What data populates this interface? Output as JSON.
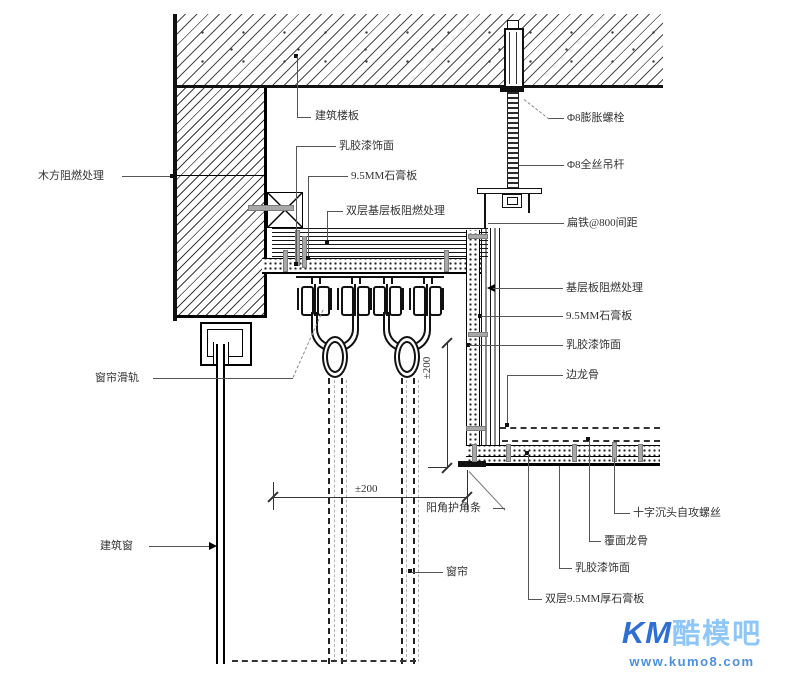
{
  "drawing": {
    "labels": {
      "building_slab": "建筑楼板",
      "latex_paint_top": "乳胶漆饰面",
      "gypsum_board_top": "9.5MM石膏板",
      "double_base_board": "双层基层板阻燃处理",
      "wood_fire_treatment": "木方阻燃处理",
      "expansion_bolt": "Φ8膨胀螺栓",
      "hanger_rod": "Φ8全丝吊杆",
      "flat_iron": "扁铁@800间距",
      "base_board_fire": "基层板阻燃处理",
      "gypsum_board_right": "9.5MM石膏板",
      "latex_paint_right": "乳胶漆饰面",
      "edge_runner": "边龙骨",
      "curtain_track": "窗帘滑轨",
      "building_window": "建筑窗",
      "corner_guard": "阳角护角条",
      "curtain": "窗帘",
      "self_tapping_screw": "十字沉头自攻螺丝",
      "facing_runner": "覆面龙骨",
      "latex_paint_bottom": "乳胶漆饰面",
      "double_gypsum": "双层9.5MM厚石膏板"
    },
    "dimensions": {
      "horizontal": "±200",
      "vertical": "±200"
    },
    "watermark": {
      "km": "KM",
      "name": "酷模吧",
      "url": "www.kumo8.com"
    },
    "colors": {
      "line": "#111111",
      "leader": "#555555",
      "screw_gray": "#a8a8a8",
      "logo_blue": "#2e6fd4",
      "logo_light_blue": "#8ec7f7",
      "logo_url_blue": "#4a90e2"
    }
  }
}
